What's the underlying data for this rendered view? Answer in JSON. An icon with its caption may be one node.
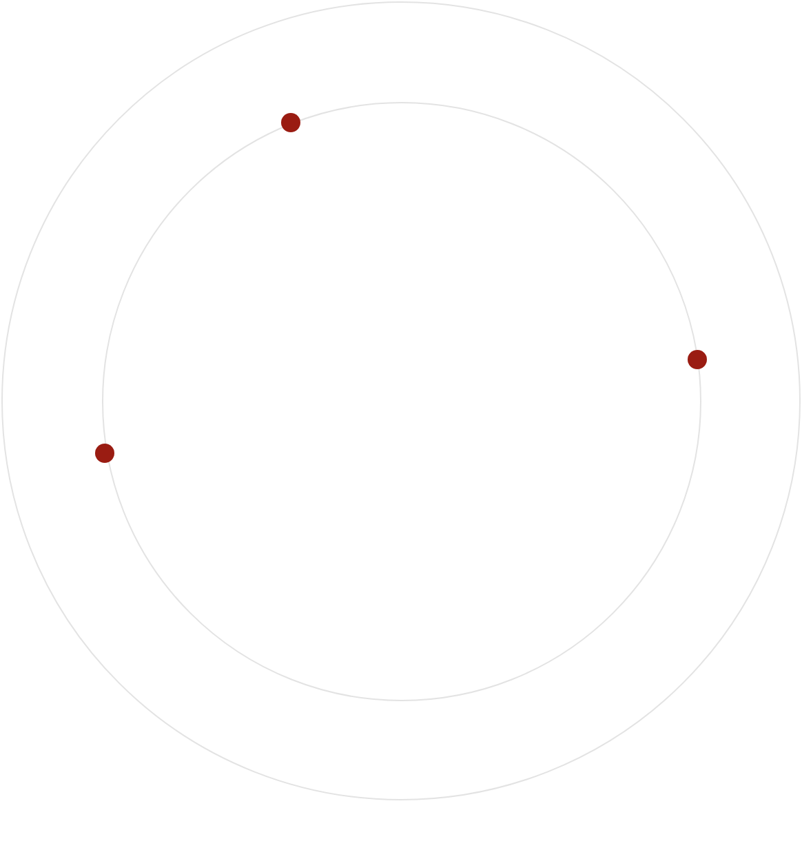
{
  "diagram": {
    "nodes": [
      {
        "text": [],
        "shape": "circle"
      },
      {
        "text": [],
        "shape": "circle",
        "in": 0
      },
      {
        "text": [],
        "shape": "dot",
        "in": 0
      },
      {
        "text": [],
        "shape": "dot",
        "in": 0
      },
      {
        "text": [],
        "shape": "dot",
        "in": 0
      }
    ]
  }
}
